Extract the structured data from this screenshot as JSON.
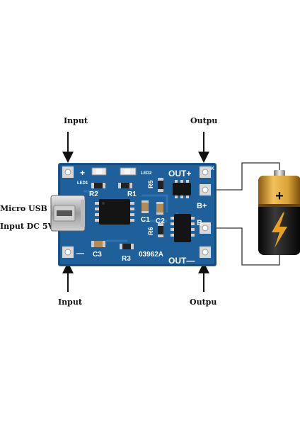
{
  "labels": {
    "input_top": "Input",
    "output_top": "Outpu",
    "micro_usb": "Micro USB",
    "input_dc": "Input DC 5V",
    "input_bottom": "Input",
    "output_bottom": "Outpu"
  },
  "board": {
    "silkscreen": {
      "plus": "+",
      "minus": "—",
      "led1": "LED1",
      "led2": "LED2",
      "r2": "R2",
      "r1": "R1",
      "r5": "R5",
      "c1": "C1",
      "c2": "C2",
      "r6": "R6",
      "c3": "C3",
      "r3": "R3",
      "model": "03962A",
      "out_plus": "OUT+",
      "out_minus": "OUT—",
      "b_plus": "B+",
      "b_minus": "B—",
      "corner_mark": "K"
    },
    "colors": {
      "pcb": "#1f5f9a",
      "pcb_dark": "#174a7a",
      "pad": "#d9d9d9",
      "chip": "#141414",
      "wire": "#333333"
    }
  },
  "battery": {
    "terminal_symbol": "+",
    "colors": {
      "gold": "#d9a23a",
      "black": "#1c1c1c",
      "bolt": "#e8a020"
    }
  }
}
